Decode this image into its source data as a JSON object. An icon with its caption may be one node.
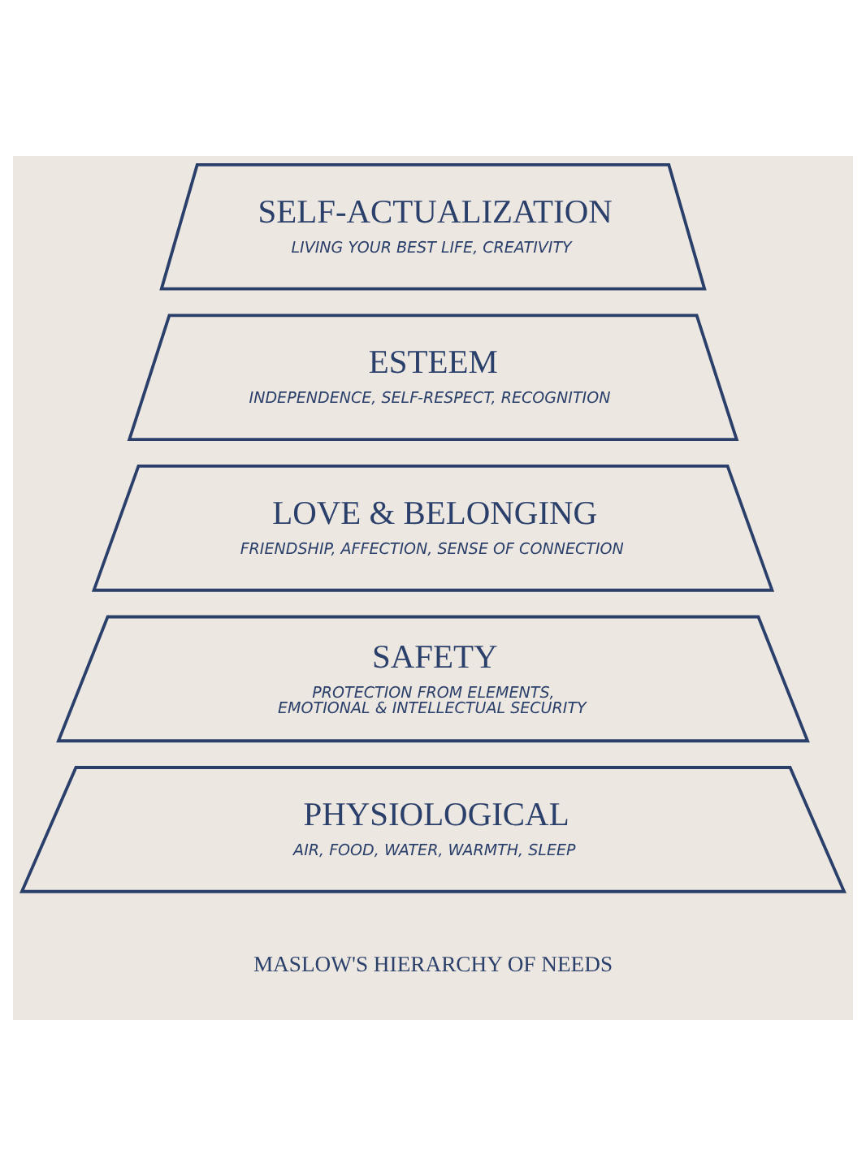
{
  "diagram": {
    "title": "MASLOW'S HIERARCHY OF NEEDS",
    "nodes": [
      {
        "text": [
          "SELF-ACTUALIZATION",
          "LIVING YOUR BEST LIFE, CREATIVITY"
        ]
      },
      {
        "text": [
          "ESTEEM",
          "INDEPENDENCE, SELF-RESPECT, RECOGNITION"
        ]
      },
      {
        "text": [
          "LOVE & BELONGING",
          "FRIENDSHIP, AFFECTION, SENSE OF CONNECTION"
        ]
      },
      {
        "text": [
          "SAFETY",
          "PROTECTION FROM ELEMENTS, EMOTIONAL & INTELLECTUAL SECURITY"
        ]
      },
      {
        "text": [
          "PHYSIOLOGICAL",
          "AIR, FOOD, WATER, WARMTH, SLEEP"
        ]
      }
    ]
  }
}
